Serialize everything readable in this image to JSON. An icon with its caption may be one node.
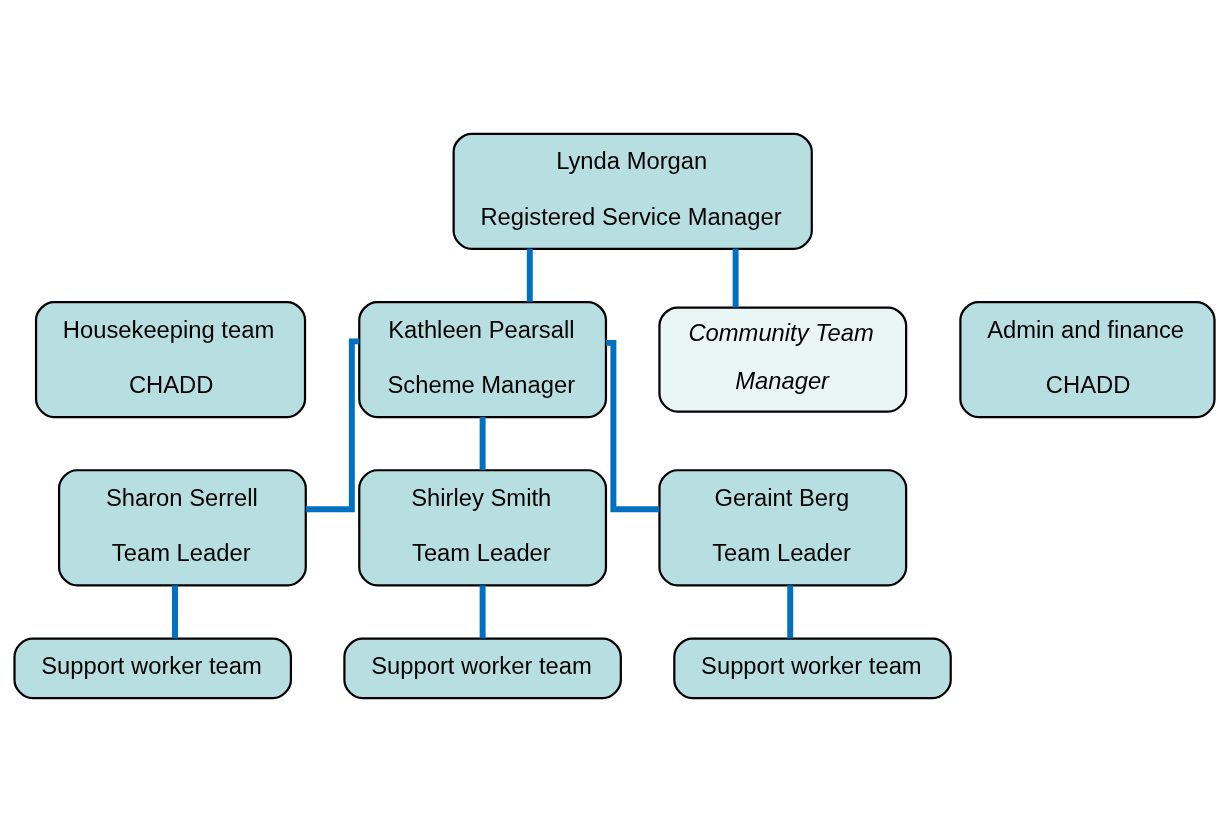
{
  "diagram": {
    "nodes": [
      {
        "text": [
          "Lynda Morgan",
          "Registered Service Manager"
        ]
      },
      {
        "text": [
          "Kathleen Pearsall",
          "Scheme Manager"
        ]
      },
      {
        "text": [
          "Community Team",
          "Manager"
        ]
      },
      {
        "text": [
          "Housekeeping team",
          "CHADD"
        ]
      },
      {
        "text": [
          "Admin and finance",
          "CHADD"
        ]
      },
      {
        "text": [
          "Sharon Serrell",
          "Team Leader"
        ]
      },
      {
        "text": [
          "Shirley Smith",
          "Team Leader"
        ]
      },
      {
        "text": [
          "Geraint Berg",
          "Team Leader"
        ]
      },
      {
        "text": [
          "Support worker team"
        ]
      },
      {
        "text": [
          "Support worker team"
        ]
      },
      {
        "text": [
          "Support worker team"
        ]
      }
    ],
    "edges": [
      {
        "from": 0,
        "to": 1,
        "arrow": "none"
      },
      {
        "from": 0,
        "to": 2,
        "arrow": "none"
      },
      {
        "from": 1,
        "to": 5,
        "arrow": "none"
      },
      {
        "from": 1,
        "to": 6,
        "arrow": "none"
      },
      {
        "from": 1,
        "to": 7,
        "arrow": "none"
      },
      {
        "from": 5,
        "to": 8,
        "arrow": "none"
      },
      {
        "from": 6,
        "to": 9,
        "arrow": "none"
      },
      {
        "from": 7,
        "to": 10,
        "arrow": "none"
      }
    ]
  }
}
